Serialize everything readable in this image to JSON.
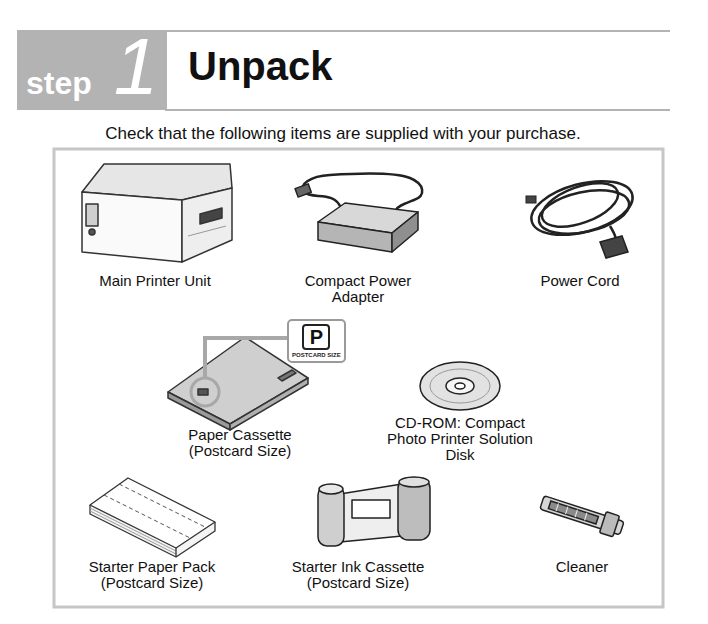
{
  "diagram": {
    "title": "Unpack",
    "nodes": [
      {
        "text": [
          "step",
          "1"
        ]
      },
      {
        "text": [
          "P",
          "POSTCARD SIZE"
        ]
      }
    ],
    "labels": [
      "Check that the following items are supplied with your purchase.",
      "Main Printer Unit",
      "Compact Power Adapter",
      "Power Cord",
      "Paper Cassette (Postcard Size)",
      "CD-ROM: Compact Photo Printer Solution Disk",
      "Starter Paper Pack (Postcard Size)",
      "Starter Ink Cassette (Postcard Size)",
      "Cleaner"
    ]
  }
}
